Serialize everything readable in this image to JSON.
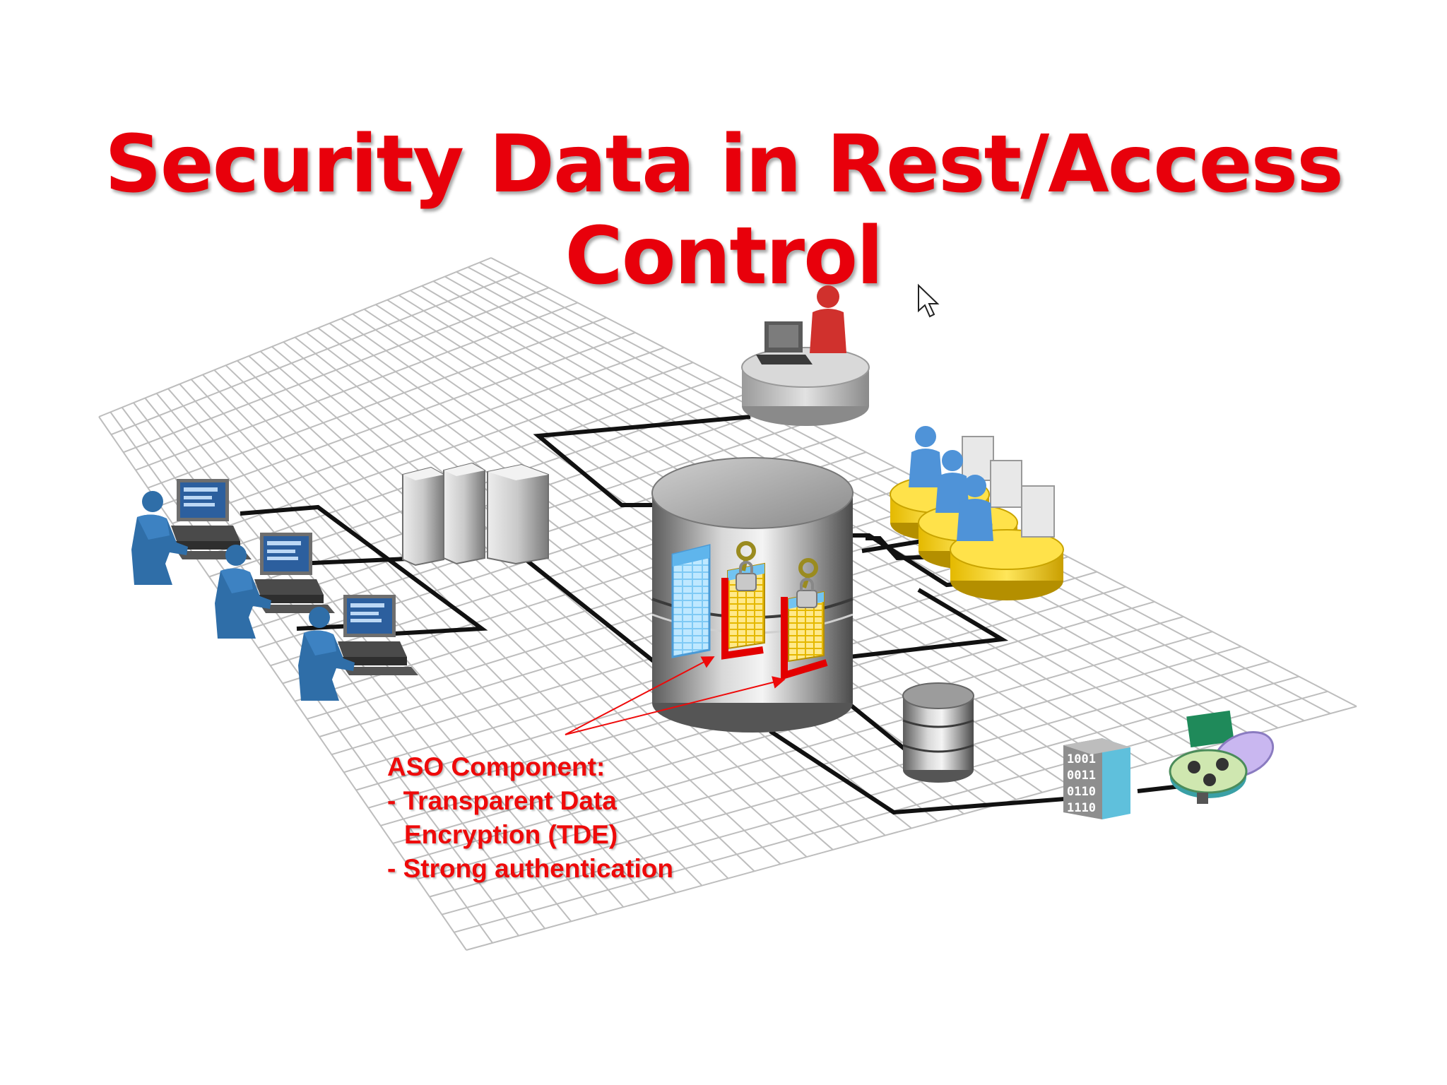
{
  "slide": {
    "title": "Security Data in Rest/Access Control",
    "caption": {
      "heading": "ASO Component:",
      "items": [
        "- Transparent Data",
        "Encryption (TDE)",
        "- Strong authentication"
      ]
    }
  },
  "colors": {
    "title": "#e8000b",
    "caption": "#ee0a0a",
    "grid": "#bdbdbd",
    "link": "#111111",
    "user_blue": "#2f6ea8",
    "admin_red": "#d0312d",
    "desk_yellow": "#f2cf16",
    "lock_red": "#e30000",
    "cylinder_gray": "#8f8f8f"
  },
  "icons": [
    "desktop-user-icon",
    "application-server-icon",
    "database-cylinder-icon",
    "encrypted-table-icon",
    "key-lock-icon",
    "admin-console-icon",
    "call-center-icon",
    "small-database-icon",
    "binary-building-icon",
    "backup-reel-disc-icon",
    "mouse-cursor-icon"
  ]
}
